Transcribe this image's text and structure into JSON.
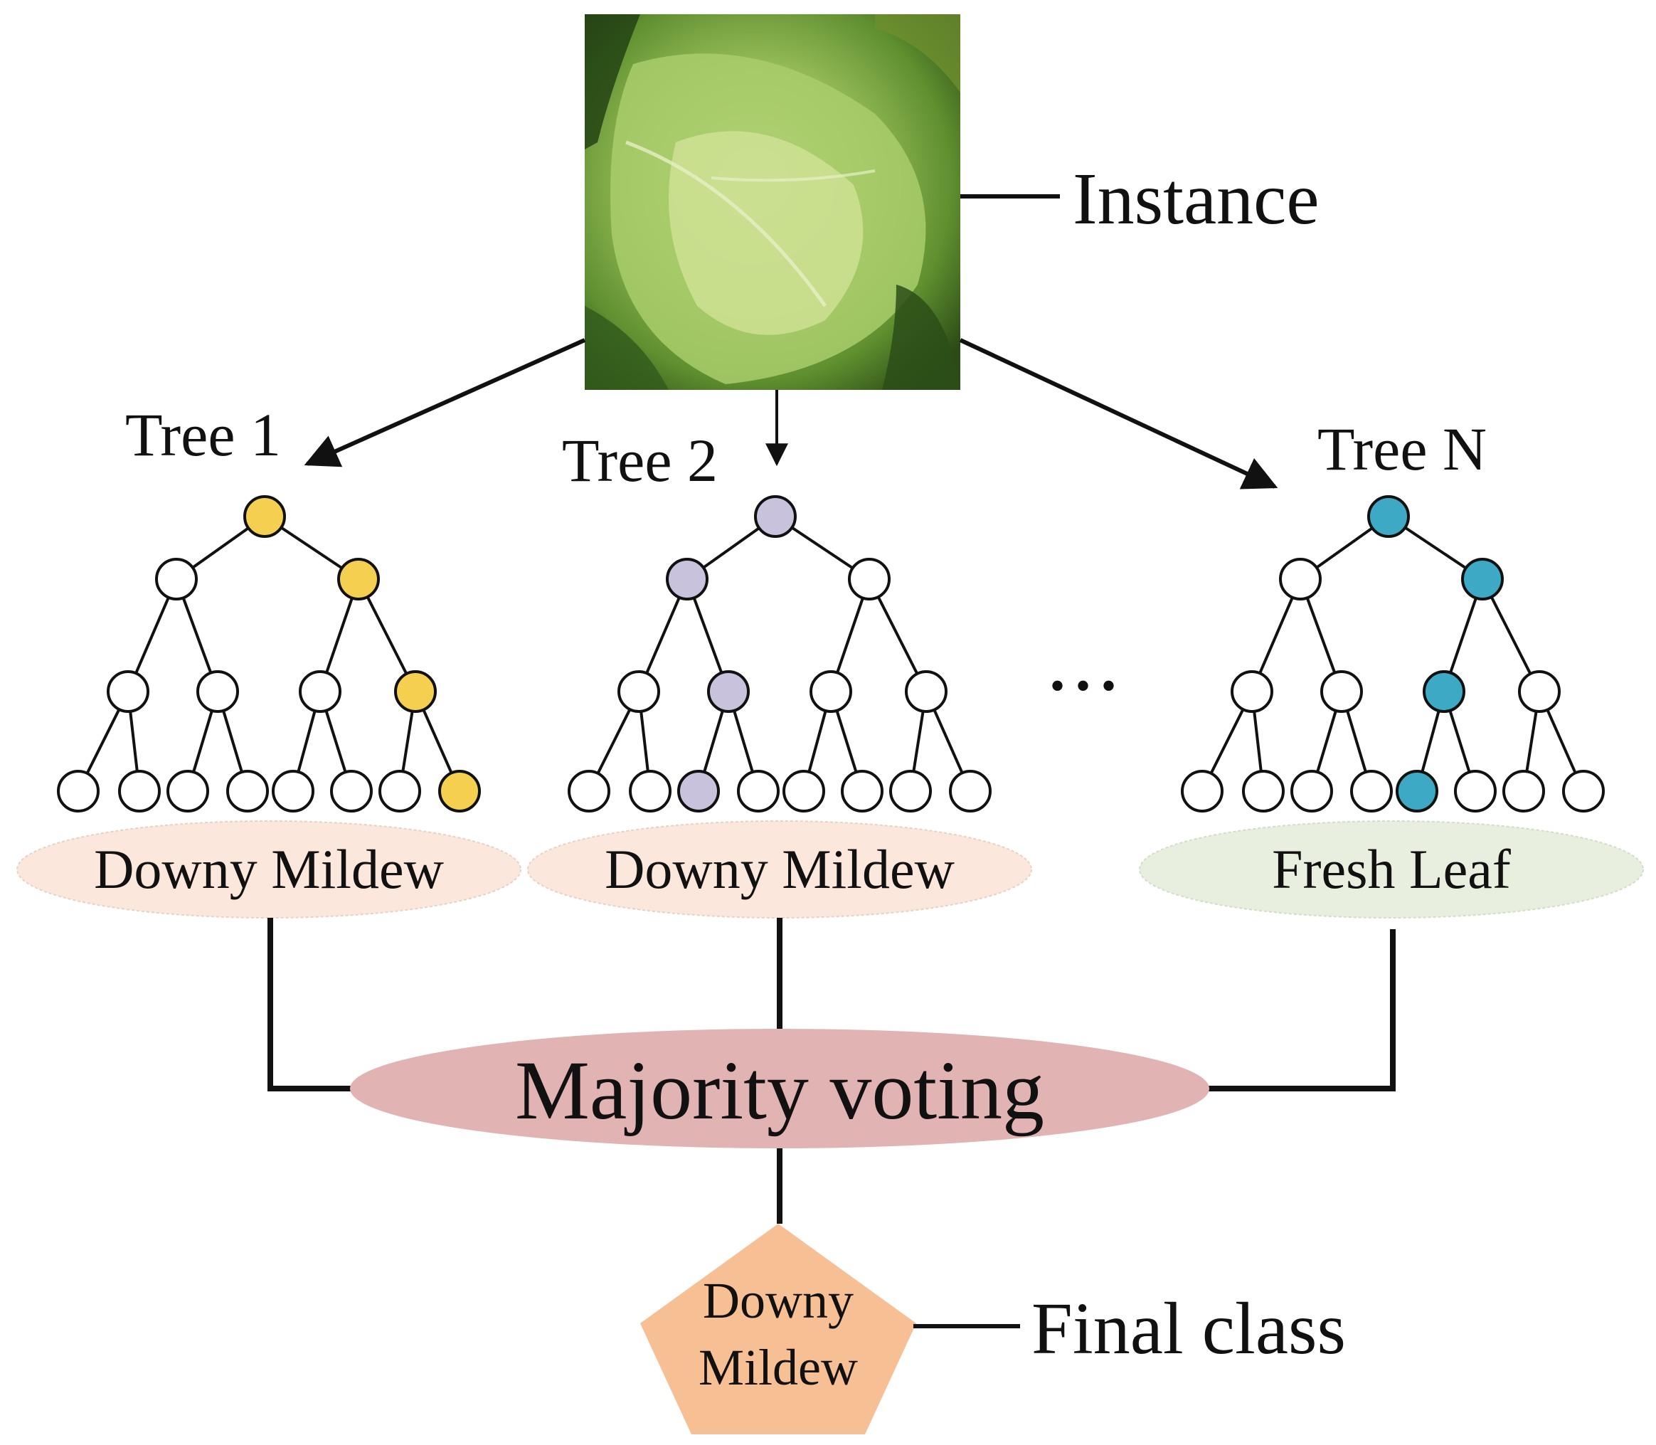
{
  "instance_label": "Instance",
  "trees": [
    {
      "title": "Tree 1",
      "prediction": "Downy Mildew"
    },
    {
      "title": "Tree 2",
      "prediction": "Downy Mildew"
    },
    {
      "title": "Tree N",
      "prediction": "Fresh Leaf"
    }
  ],
  "ellipsis": "• • •",
  "majority_label": "Majority voting",
  "final_result_line1": "Downy",
  "final_result_line2": "Mildew",
  "final_class_label": "Final class",
  "colors": {
    "tree1_path": "#f5cf4f",
    "tree2_path": "#c9c2dc",
    "treeN_path": "#3ea9c4",
    "downy_bubble": "#fbe7dc",
    "fresh_bubble": "#e8efdf",
    "vote_bubble": "#e2b3b3",
    "final_pentagon": "#f6bf94",
    "leaf_light": "#b9d679",
    "leaf_dark": "#2f5a1b"
  }
}
